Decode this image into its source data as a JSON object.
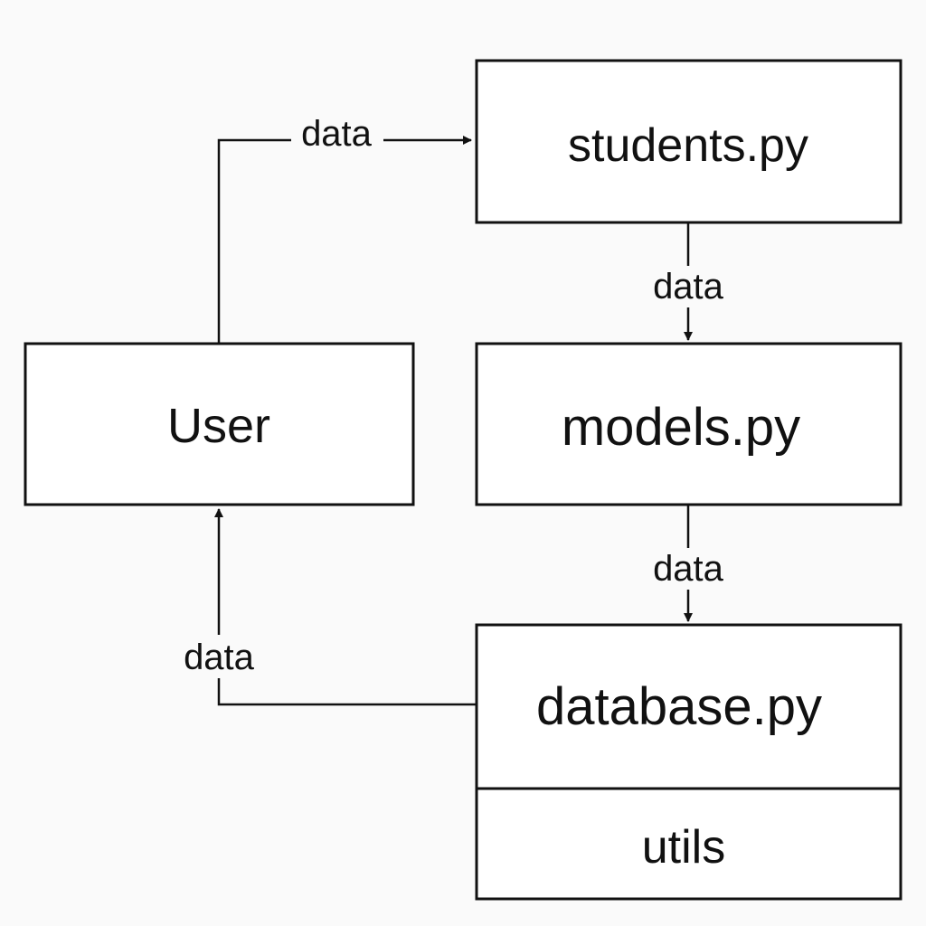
{
  "nodes": {
    "user": "User",
    "students": "students.py",
    "models": "models.py",
    "database": "database.py",
    "utils": "utils"
  },
  "edges": {
    "user_to_students": "data",
    "students_to_models": "data",
    "models_to_database": "data",
    "database_to_user": "data"
  },
  "colors": {
    "stroke": "#111111",
    "background": "#fafafa"
  }
}
